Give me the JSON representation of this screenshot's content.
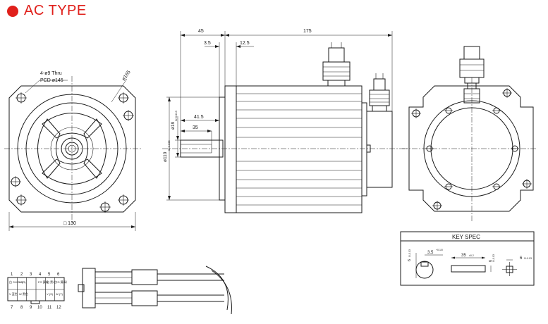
{
  "title": {
    "text": "AC TYPE",
    "color": "#e0201b"
  },
  "front_view": {
    "note_holes": "4-ø9 Thru",
    "note_pcd": "PCD ø145",
    "circle_dia": "ø165",
    "square_dim": "□ 130"
  },
  "side_view": {
    "dim_overall_left": "45",
    "dim_body": "175",
    "dim_flange_left": "3.5",
    "dim_flange_right": "12.5",
    "dim_shaft_41": "41.5",
    "dim_shaft_35": "35",
    "dim_pilot": "ø110",
    "dim_pilot_tol": "0/-0.035",
    "dim_shaft_dia": "ø19",
    "dim_shaft_tol": "0/-0.013"
  },
  "key_spec": {
    "title": "KEY SPEC",
    "dim_a": "3.5",
    "dim_a_tol": "+0.1/0",
    "dim_b": "35",
    "dim_b_tol": "±0.2",
    "dim_c": "6",
    "dim_c_tol": "0/-0.03",
    "dim_d": "6",
    "dim_d_tol": "0/-0.03",
    "dim_e": "6",
    "dim_e_tol": "0/-0.03"
  },
  "connector": {
    "pins_top": [
      "1",
      "2",
      "3",
      "4",
      "5",
      "6"
    ],
    "pins_bottom": [
      "7",
      "8",
      "9",
      "10",
      "11",
      "12"
    ],
    "cells_top": [
      "白\nSHIELD",
      "U\n(R)",
      "",
      "FG\n黄绿",
      "白\n黑/白",
      "FG\n黄/绿"
    ],
    "cells_bottom": [
      "V\n蓝色",
      "W\n黑色",
      "",
      "",
      "V\n(S)",
      "W\n(T)"
    ]
  }
}
